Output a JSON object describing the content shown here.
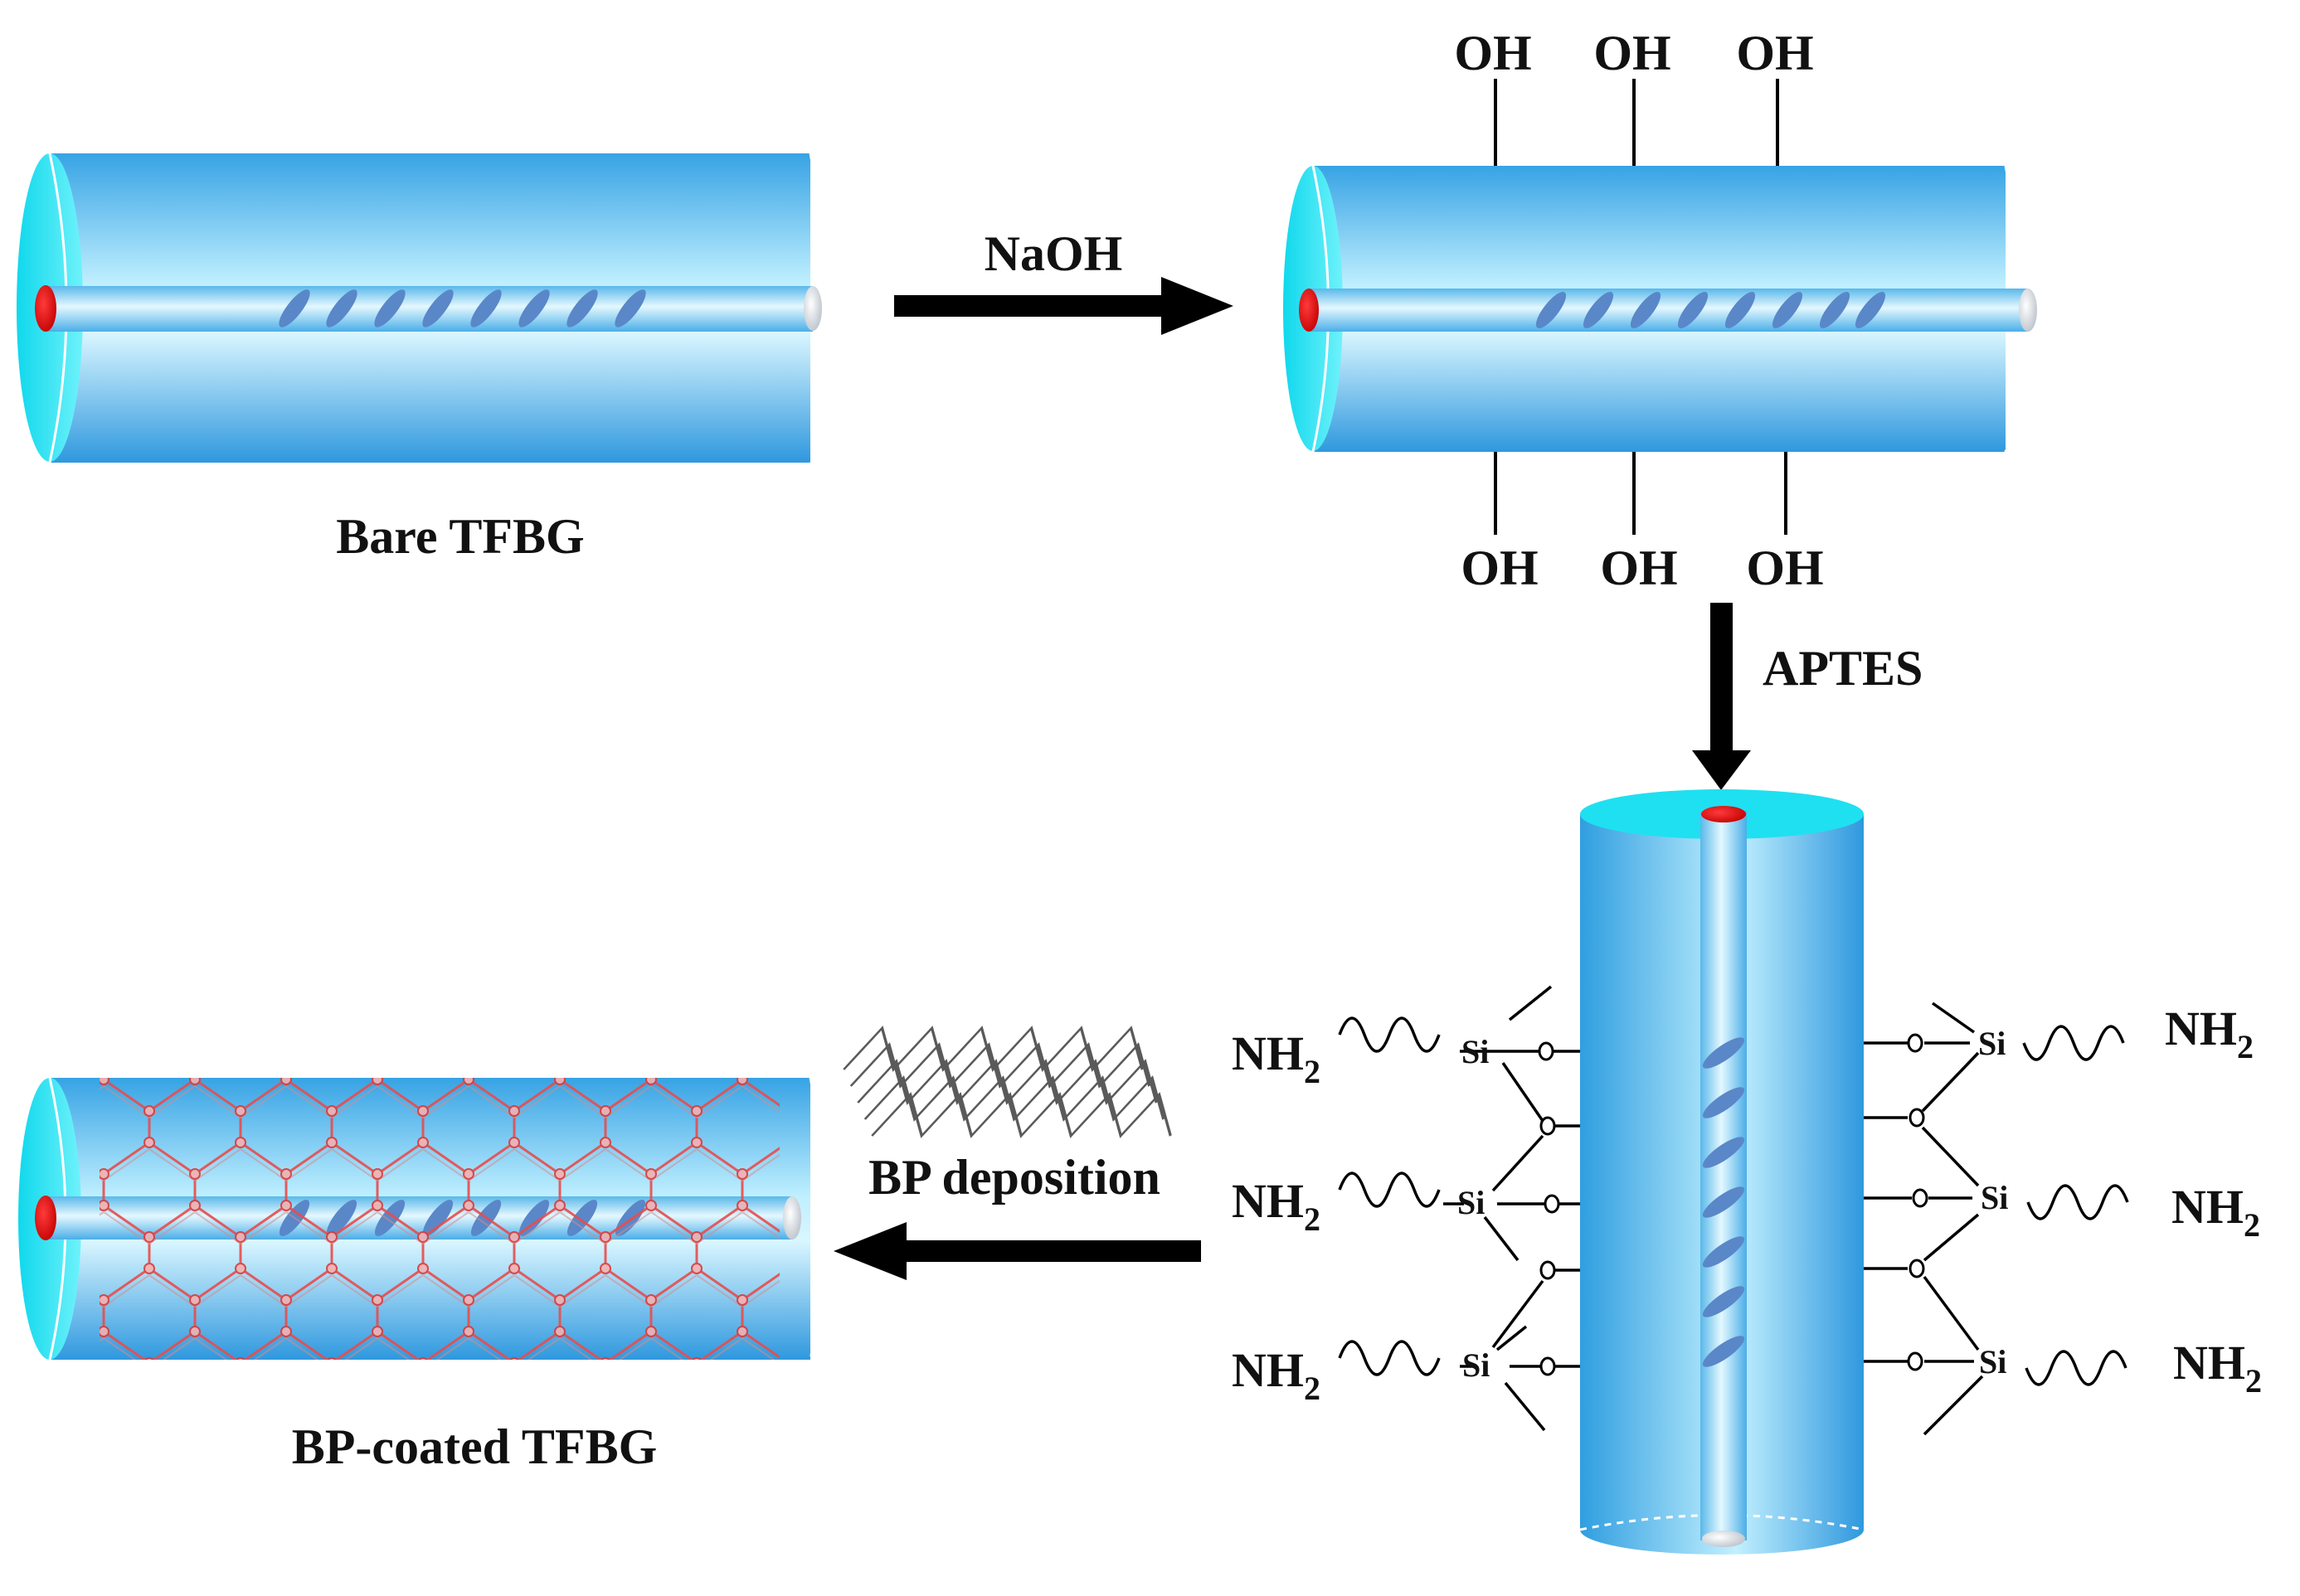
{
  "labels": {
    "bare_tfbg": "Bare TFBG",
    "naoh": "NaOH",
    "aptes": "APTES",
    "bp_deposition": "BP deposition",
    "bp_coated_tfbg": "BP-coated TFBG",
    "oh": "OH",
    "nh2_main": "NH",
    "nh2_sub": "2",
    "si": "Si",
    "o": "o"
  },
  "colors": {
    "cylinder_dark": "#2f9ee0",
    "cylinder_light": "#d9f6ff",
    "end_cap": "#1fe0f0",
    "core_red": "#e00000",
    "grating": "#5a87c8",
    "bp_lattice": "#e84c4c",
    "arrow": "#000000"
  }
}
